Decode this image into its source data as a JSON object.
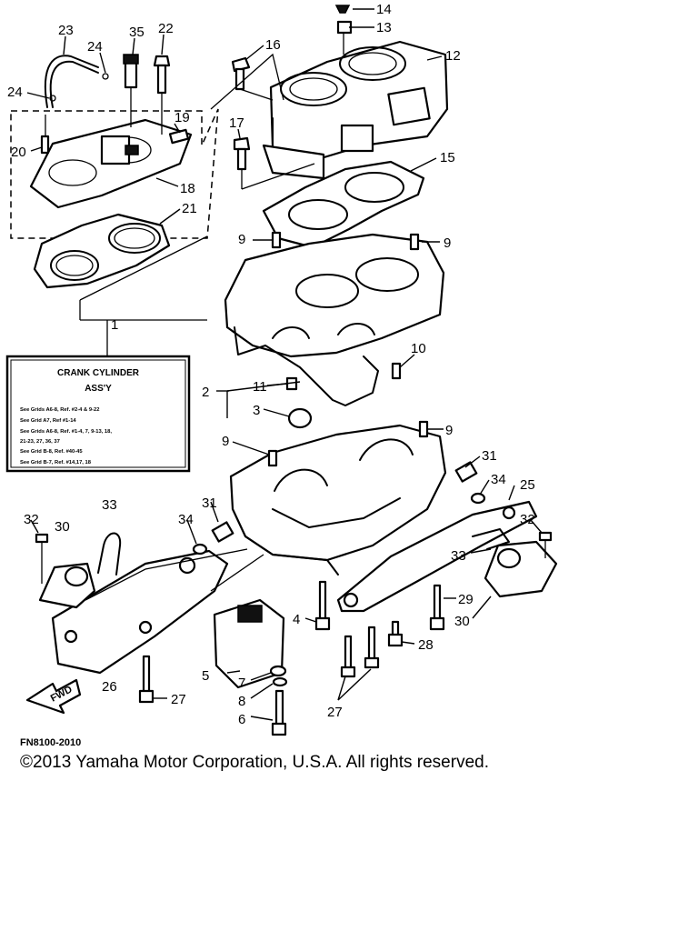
{
  "callouts": [
    {
      "id": "23",
      "label": "23"
    },
    {
      "id": "24a",
      "label": "24"
    },
    {
      "id": "35",
      "label": "35"
    },
    {
      "id": "22",
      "label": "22"
    },
    {
      "id": "24b",
      "label": "24"
    },
    {
      "id": "19",
      "label": "19"
    },
    {
      "id": "20",
      "label": "20"
    },
    {
      "id": "18",
      "label": "18"
    },
    {
      "id": "21",
      "label": "21"
    },
    {
      "id": "1",
      "label": "1"
    },
    {
      "id": "14",
      "label": "14"
    },
    {
      "id": "13",
      "label": "13"
    },
    {
      "id": "12",
      "label": "12"
    },
    {
      "id": "16",
      "label": "16"
    },
    {
      "id": "17",
      "label": "17"
    },
    {
      "id": "15",
      "label": "15"
    },
    {
      "id": "9a",
      "label": "9"
    },
    {
      "id": "9b",
      "label": "9"
    },
    {
      "id": "10",
      "label": "10"
    },
    {
      "id": "11",
      "label": "11"
    },
    {
      "id": "2",
      "label": "2"
    },
    {
      "id": "3",
      "label": "3"
    },
    {
      "id": "9c",
      "label": "9"
    },
    {
      "id": "9d",
      "label": "9"
    },
    {
      "id": "31a",
      "label": "31"
    },
    {
      "id": "34a",
      "label": "34"
    },
    {
      "id": "25",
      "label": "25"
    },
    {
      "id": "32a",
      "label": "32"
    },
    {
      "id": "30a",
      "label": "30"
    },
    {
      "id": "33a",
      "label": "33"
    },
    {
      "id": "31b",
      "label": "31"
    },
    {
      "id": "34b",
      "label": "34"
    },
    {
      "id": "32b",
      "label": "32"
    },
    {
      "id": "33b",
      "label": "33"
    },
    {
      "id": "29",
      "label": "29"
    },
    {
      "id": "30b",
      "label": "30"
    },
    {
      "id": "4",
      "label": "4"
    },
    {
      "id": "28",
      "label": "28"
    },
    {
      "id": "5",
      "label": "5"
    },
    {
      "id": "7",
      "label": "7"
    },
    {
      "id": "8",
      "label": "8"
    },
    {
      "id": "6",
      "label": "6"
    },
    {
      "id": "26",
      "label": "26"
    },
    {
      "id": "27a",
      "label": "27"
    },
    {
      "id": "27b",
      "label": "27"
    }
  ],
  "legend_box": {
    "title_line1": "CRANK CYLINDER",
    "title_line2": "ASS'Y",
    "lines": [
      "See Grids A6-8, Ref. #2-4 & 9-22",
      "See Grid A7, Ref #1-14",
      "See Grids A6-8, Ref. #1-4, 7, 9-13, 18,",
      "21-23, 27, 36, 37",
      "See Grid B-8, Ref. #40-45",
      "See Grid B-7, Ref. #14,17, 18"
    ]
  },
  "fwd_label": "FWD",
  "diagram_code": "FN8100-2010",
  "copyright": "©2013 Yamaha Motor Corporation, U.S.A. All rights reserved."
}
